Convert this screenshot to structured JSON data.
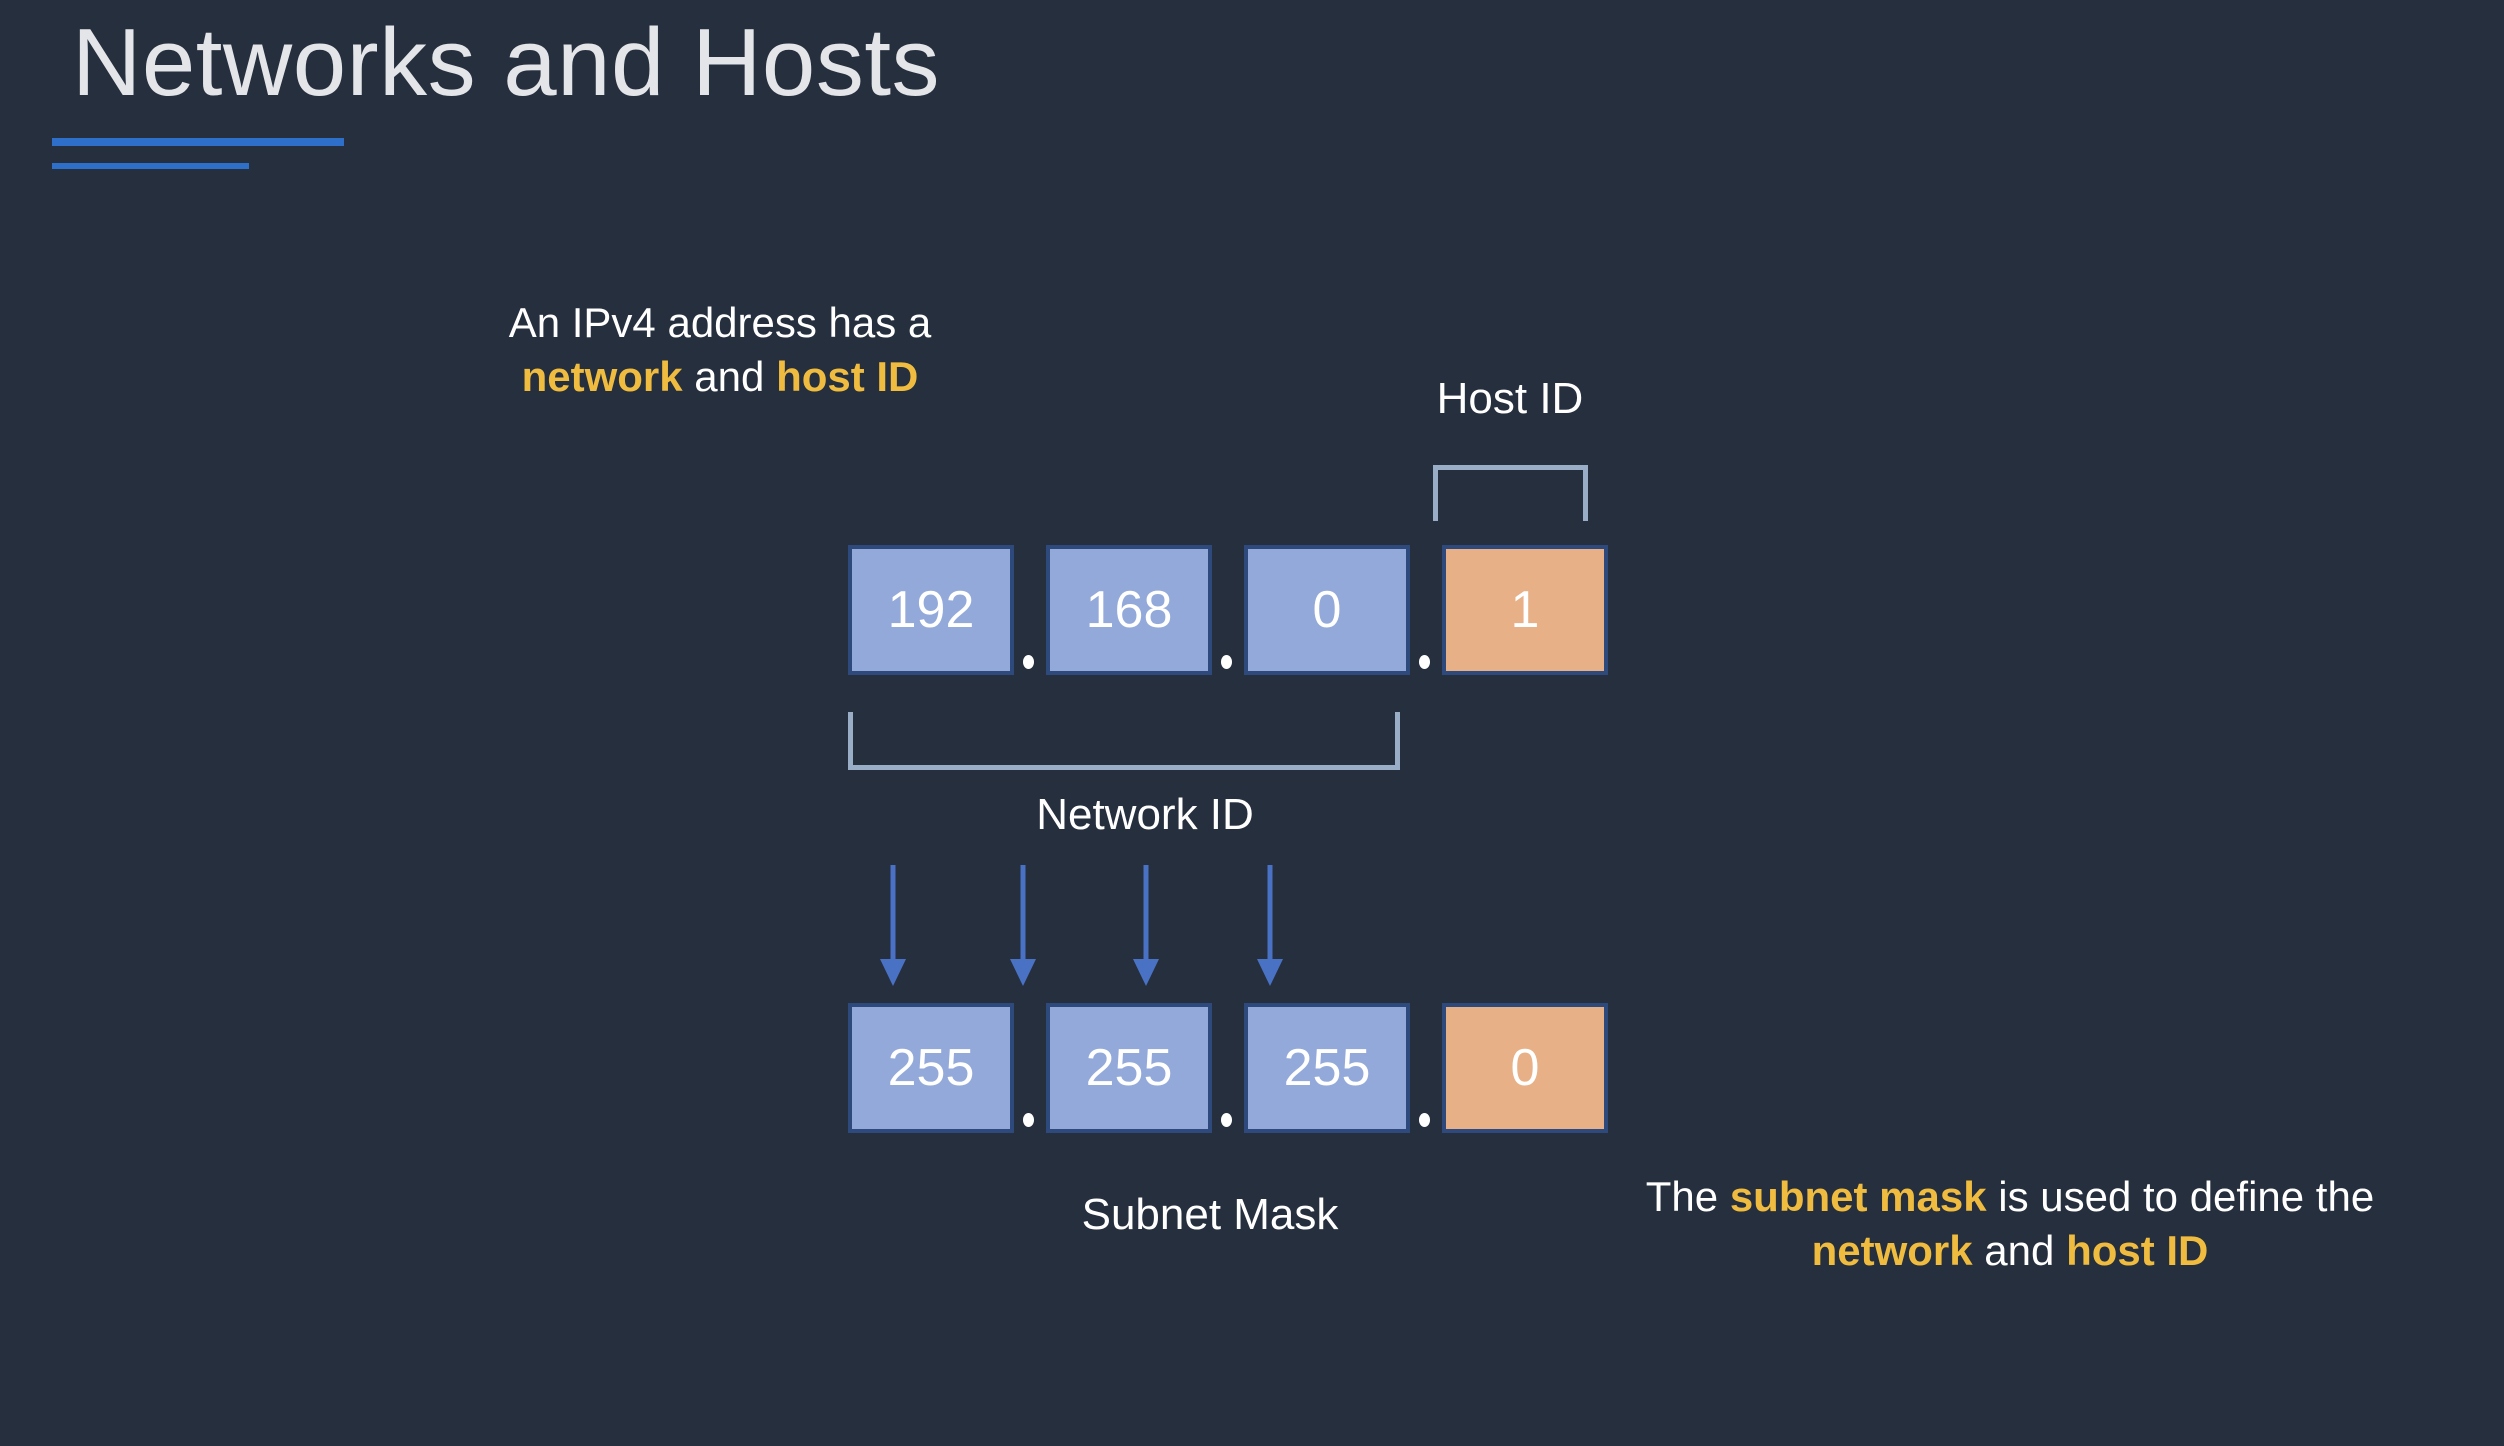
{
  "slide": {
    "title": "Networks and Hosts",
    "background_color": "#262f3e",
    "accent_rule_color": "#2d6fc9",
    "highlight_color": "#f0bc3f",
    "network_box_color": "#93a9d9",
    "host_box_color": "#e8b086",
    "box_border_color": "#2e4a7d",
    "bracket_color": "#9aadc7",
    "arrow_color": "#4a72c4",
    "text_color": "#ffffff"
  },
  "callouts": {
    "ipv4": {
      "line1": "An IPv4 address has a",
      "part_network": "network",
      "part_and": " and ",
      "part_host_id": "host ID"
    },
    "subnet": {
      "part_the": "The ",
      "part_subnet_mask": "subnet mask",
      "part_is_used_to_define_the": " is used to define the ",
      "part_network": "network",
      "part_and": " and ",
      "part_host_id": "host ID"
    }
  },
  "labels": {
    "host_id": "Host ID",
    "network_id": "Network ID",
    "subnet_mask": "Subnet Mask"
  },
  "address_row": {
    "separator": ".",
    "octets": [
      {
        "value": "192",
        "role": "network"
      },
      {
        "value": "168",
        "role": "network"
      },
      {
        "value": "0",
        "role": "network"
      },
      {
        "value": "1",
        "role": "host"
      }
    ]
  },
  "mask_row": {
    "separator": ".",
    "octets": [
      {
        "value": "255",
        "role": "network"
      },
      {
        "value": "255",
        "role": "network"
      },
      {
        "value": "255",
        "role": "network"
      },
      {
        "value": "0",
        "role": "host"
      }
    ]
  },
  "arrows": {
    "count": 4,
    "direction": "down",
    "label": "maps-to-arrow"
  }
}
